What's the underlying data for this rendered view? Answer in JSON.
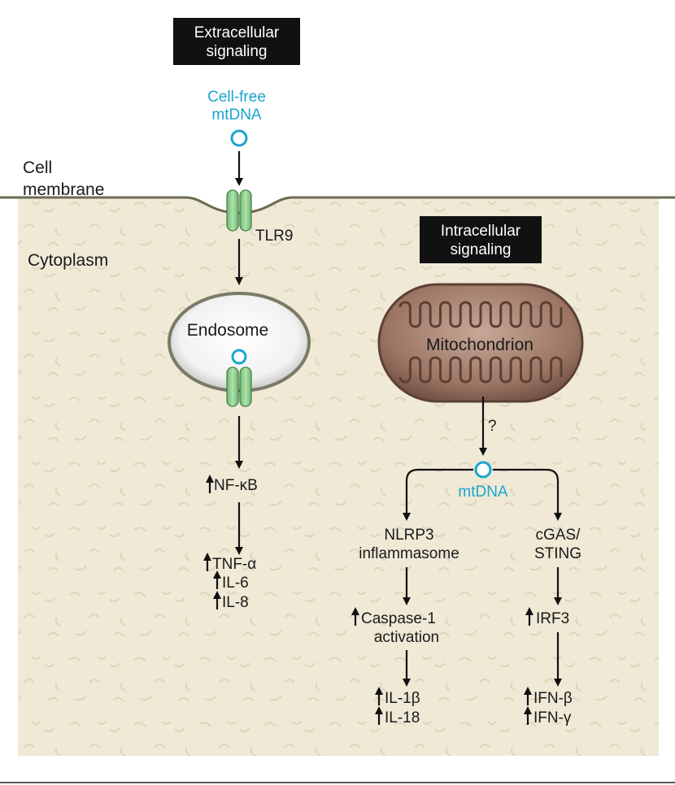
{
  "colors": {
    "cytoplasm": "#efe9d6",
    "membrane": "#6b6b52",
    "mtdna": "#1aa5cf",
    "receptor": "#8fd08f",
    "mitochondrion": "#a07a68"
  },
  "labels": {
    "extracellular_box": [
      "Extracellular",
      "signaling"
    ],
    "cellfree_mtdna": [
      "Cell-free",
      "mtDNA"
    ],
    "cell_membrane": [
      "Cell",
      "membrane"
    ],
    "tlr9": "TLR9",
    "cytoplasm": "Cytoplasm",
    "intracellular_box": [
      "Intracellular",
      "signaling"
    ],
    "endosome": "Endosome",
    "mitochondrion": "Mitochondrion",
    "question": "?",
    "mtdna": "mtDNA",
    "nfkb": "NF-κB",
    "tnf": "TNF-α",
    "il6": "IL-6",
    "il8": "IL-8",
    "nlrp3": [
      "NLRP3",
      "inflammasome"
    ],
    "cgas": [
      "cGAS/",
      "STING"
    ],
    "caspase": [
      "Caspase-1",
      "activation"
    ],
    "irf3": "IRF3",
    "il1b": "IL-1β",
    "il18": "IL-18",
    "ifnb": "IFN-β",
    "ifng": "IFN-γ"
  }
}
